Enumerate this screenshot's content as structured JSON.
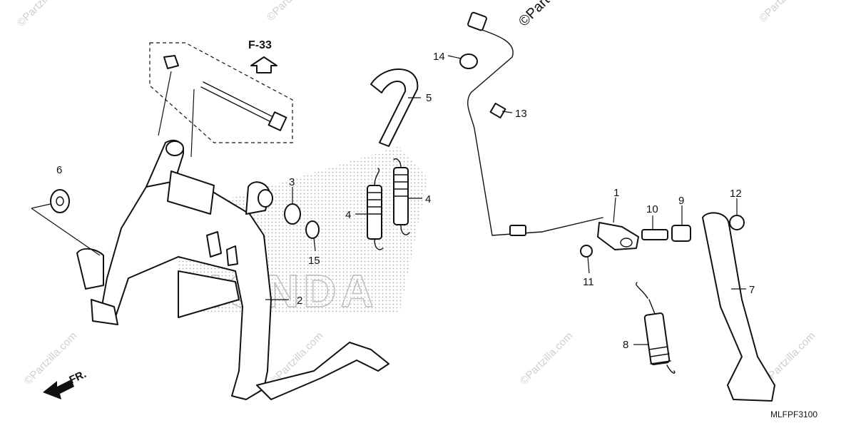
{
  "diagram": {
    "reference_label": "F-33",
    "front_label": "FR.",
    "drawing_code": "MLFPF3100",
    "watermark": "©Partzilla.com",
    "watermark_short": "©Parts",
    "brand": "HONDA",
    "callouts": {
      "c1": "1",
      "c2": "2",
      "c3": "3",
      "c4a": "4",
      "c4b": "4",
      "c5": "5",
      "c6": "6",
      "c7": "7",
      "c8": "8",
      "c9": "9",
      "c10": "10",
      "c11": "11",
      "c12": "12",
      "c13": "13",
      "c14": "14",
      "c15": "15"
    }
  }
}
